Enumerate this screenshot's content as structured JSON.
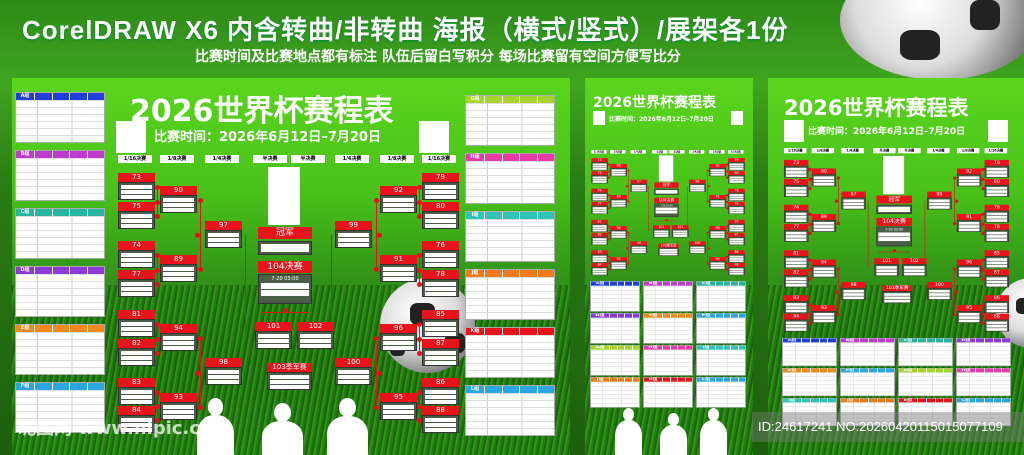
{
  "header": {
    "title": "CorelDRAW X6 内含转曲/非转曲 海报（横式/竖式）/展架各1份",
    "subtitle": "比赛时间及比赛地点都有标注  队伍后留白写积分  每场比赛留有空间方便写比分"
  },
  "poster": {
    "title": "2026世界杯赛程表",
    "date": "比赛时间：2026年6月12日–7月20日"
  },
  "rounds": [
    "1/16决赛",
    "1/8决赛",
    "1/4决赛",
    "半决赛",
    "半决赛",
    "1/4决赛",
    "1/8决赛",
    "1/16决赛"
  ],
  "champion_label": "冠军",
  "final_label": "104决赛",
  "final_time": "7-20 03:00",
  "third_place_label": "103季军赛",
  "matches": {
    "left_r32": [
      "73",
      "75",
      "74",
      "77",
      "81",
      "82",
      "83",
      "84"
    ],
    "left_r16": [
      "90",
      "89",
      "94",
      "93"
    ],
    "left_qf": [
      "97",
      "98"
    ],
    "right_r32": [
      "79",
      "80",
      "76",
      "78",
      "85",
      "87",
      "86",
      "88"
    ],
    "right_r16": [
      "92",
      "91",
      "96",
      "95"
    ],
    "right_qf": [
      "99",
      "100"
    ],
    "semis": [
      "101",
      "102"
    ]
  },
  "groups": [
    {
      "label": "A组",
      "color": "#1f3fd8"
    },
    {
      "label": "B组",
      "color": "#c03bd0"
    },
    {
      "label": "C组",
      "color": "#27b5a0"
    },
    {
      "label": "D组",
      "color": "#8a3ad6"
    },
    {
      "label": "E组",
      "color": "#f08a1c"
    },
    {
      "label": "F组",
      "color": "#2aa7e0"
    },
    {
      "label": "G组",
      "color": "#a6d62a"
    },
    {
      "label": "H组",
      "color": "#e83aa8"
    },
    {
      "label": "I组",
      "color": "#2ec4b8"
    },
    {
      "label": "J组",
      "color": "#f07a1c"
    },
    {
      "label": "K组",
      "color": "#e8141b"
    },
    {
      "label": "L组",
      "color": "#2aa7e0"
    }
  ],
  "watermark": {
    "site": "昵图网 www.nipic.com",
    "id": "ID:24617241 NO:20260420115015077109"
  }
}
